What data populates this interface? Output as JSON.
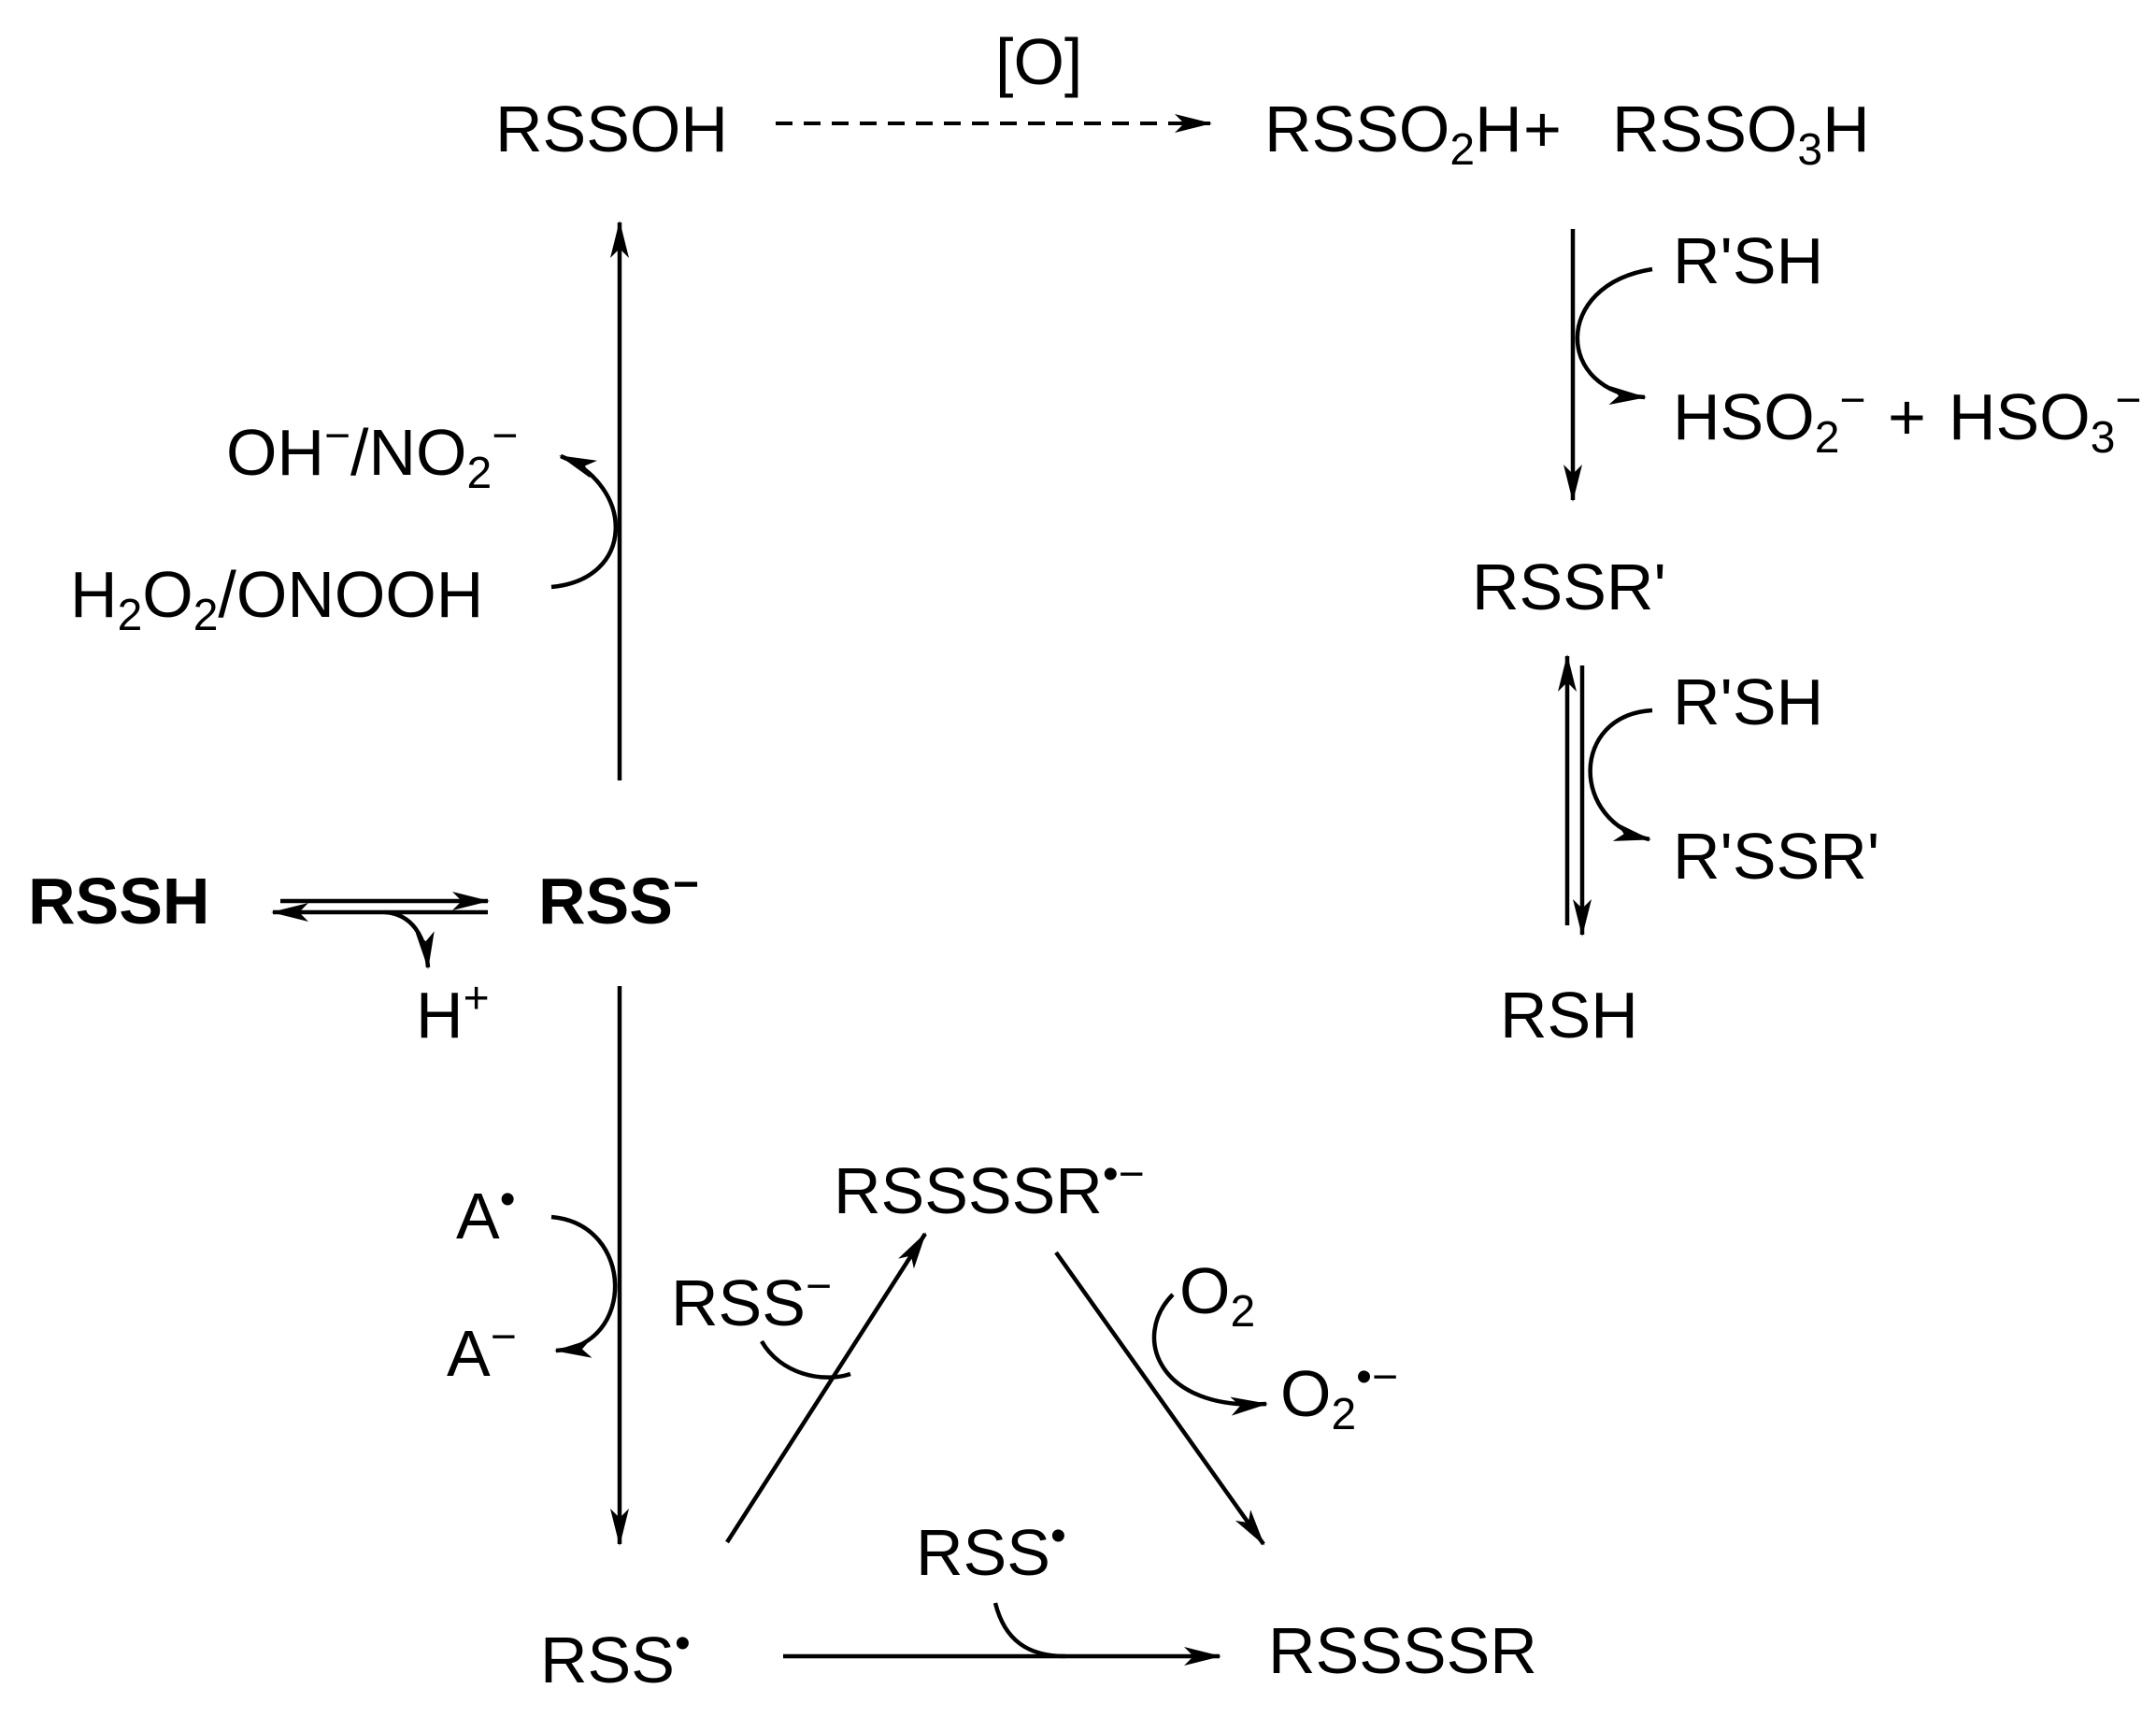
{
  "species": {
    "rssoh": "RSSOH",
    "oxidant": "[O]",
    "rsso2h": "RSSO2H",
    "plus1": "+",
    "rsso3h": "RSSO3H",
    "rprime_sh_1": "R'SH",
    "hso2": "HSO2-",
    "plus2": "+",
    "hso3": "HSO3-",
    "rssr_prime": "RSSR'",
    "rprime_sh_2": "R'SH",
    "rprime_ssr_prime": "R'SSR'",
    "rsh": "RSH",
    "oh_no2": "OH-/NO2-",
    "h2o2_onooh": "H2O2/ONOOH",
    "rssh": "RSSH",
    "rss_anion": "RSS-",
    "h_plus": "H+",
    "a_radical": "A•",
    "a_anion": "A-",
    "rssssr_radical_anion": "RSSSSR•-",
    "rss_anion_2": "RSS-",
    "o2": "O2",
    "superoxide": "O2•-",
    "rss_radical_label": "RSS•",
    "rss_radical": "RSS•",
    "rssssr": "RSSSSR"
  }
}
